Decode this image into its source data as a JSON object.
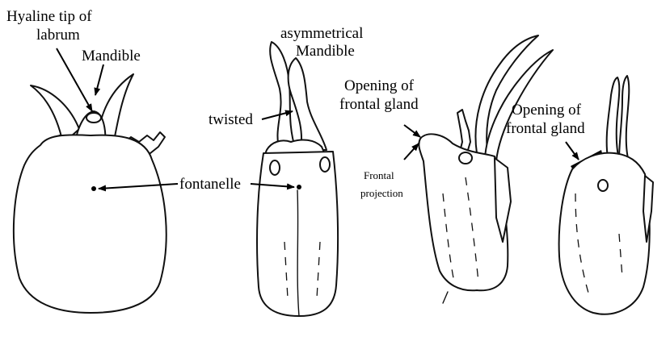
{
  "labels": {
    "hyaline_tip_line1": "Hyaline tip of",
    "hyaline_tip_line2": "labrum",
    "mandible": "Mandible",
    "asymmetrical_line1": "asymmetrical",
    "asymmetrical_line2": "Mandible",
    "twisted": "twisted",
    "fontanelle": "fontanelle",
    "opening1_line1": "Opening of",
    "opening1_line2": "frontal gland",
    "frontal_projection_line1": "Frontal",
    "frontal_projection_line2": "projection",
    "opening2_line1": "Opening of",
    "opening2_line2": "frontal gland"
  }
}
